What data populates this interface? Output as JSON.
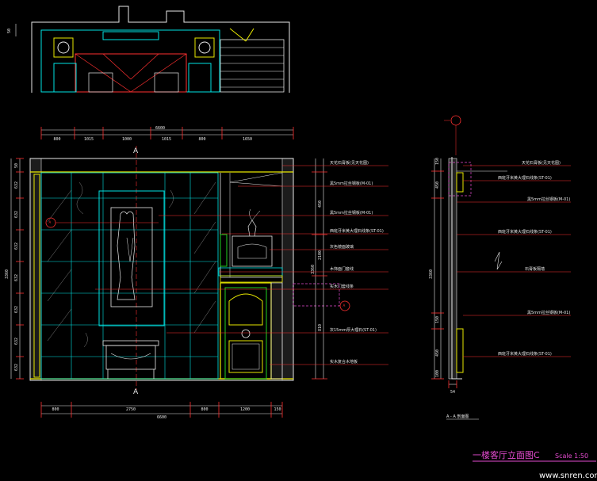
{
  "drawing": {
    "title": "一楼客厅立面图C",
    "scale": "Scale 1:50",
    "watermark": "www.snren.com",
    "section_label": "A",
    "section_title": "A - A 剖面图",
    "callout_tag_a": "A",
    "callout_tag_b": "A"
  },
  "top_dimension": "50",
  "dims_top": [
    "800",
    "1015",
    "1000",
    "1015",
    "800",
    "1650"
  ],
  "dims_top_total": "6600",
  "dims_bottom": [
    "800",
    "2750",
    "800",
    "1200",
    "150"
  ],
  "dims_bottom_total": "6600",
  "dims_left": [
    "50",
    "632",
    "632",
    "632",
    "632",
    "632",
    "632",
    "632"
  ],
  "dims_left_total": "3360",
  "dims_right": [
    "450",
    "2100",
    "810"
  ],
  "dims_right_total": "3360",
  "section_dims": [
    "150",
    "450",
    "150",
    "450",
    "100"
  ],
  "section_total": "3360",
  "section_bottom_dim": "54",
  "annotations": [
    "天花石膏板(见天花图)",
    "黑5mm拉丝钢板(M-01)",
    "黑5mm拉丝钢板(M-01)",
    "西班牙米黄大理石线条(ST-01)",
    "灰色镜面玻璃",
    "木饰面门套线",
    "实木门套线条",
    "灰15mm厚大理石(ST-01)",
    "实木复合木地板"
  ],
  "section_annotations": [
    "天花石膏板(见天花图)",
    "西班牙米黄大理石线条(ST-01)",
    "黑5mm拉丝钢板(M-01)",
    "西班牙米黄大理石线条(ST-01)",
    "石膏板隔墙",
    "黑5mm拉丝钢板(M-01)",
    "西班牙米黄大理石线条(ST-01)"
  ],
  "colors": {
    "background": "#000000",
    "cyan": "#00e5e5",
    "yellow": "#e8e800",
    "red": "#ff3030",
    "magenta": "#e54bd0",
    "white": "#e8e8e8",
    "green": "#20d020"
  }
}
